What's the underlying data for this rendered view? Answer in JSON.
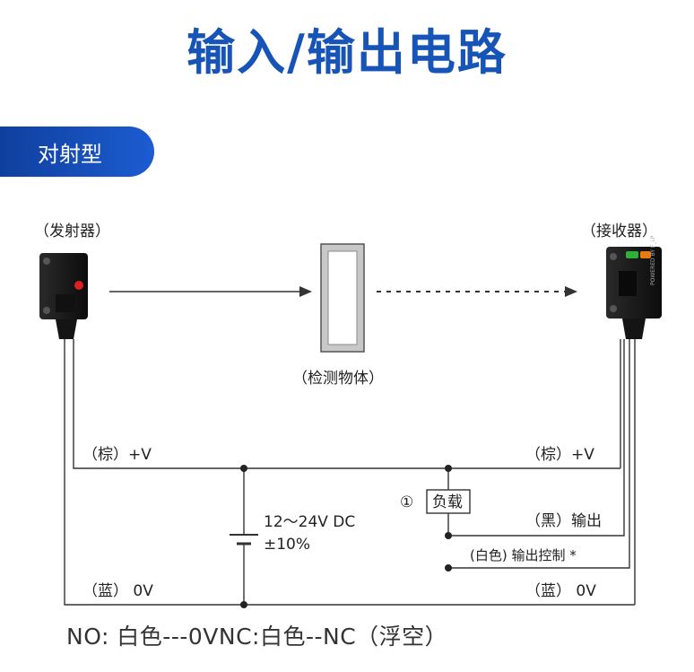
{
  "title": "输入/输出电路",
  "section_badge": "对射型",
  "labels": {
    "emitter": "（发射器）",
    "receiver": "（接收器）",
    "object": "（检测物体）",
    "brown_left": "（棕）+V",
    "brown_right": "（棕）+V",
    "blue_left": "（蓝） 0V",
    "blue_right": "（蓝） 0V",
    "black_output": "（黑）输出",
    "white_control": "(白色) 输出控制 *",
    "load_number": "①",
    "load": "负载",
    "supply_voltage": "12～24V DC",
    "supply_tolerance": "±10%",
    "receiver_printed_text": "POWERED BY F_LP"
  },
  "bottom_note": "NO: 白色---0VNC:白色--NC（浮空）",
  "colors": {
    "title": "#1754b8",
    "badge_start": "#0f3f9e",
    "badge_end": "#1c5cd1",
    "wire": "#333333",
    "sensor_body": "#1a1a1a",
    "emitter_led": "#e02020",
    "receiver_led_green": "#2fae3a",
    "receiver_led_orange": "#e87a12"
  }
}
